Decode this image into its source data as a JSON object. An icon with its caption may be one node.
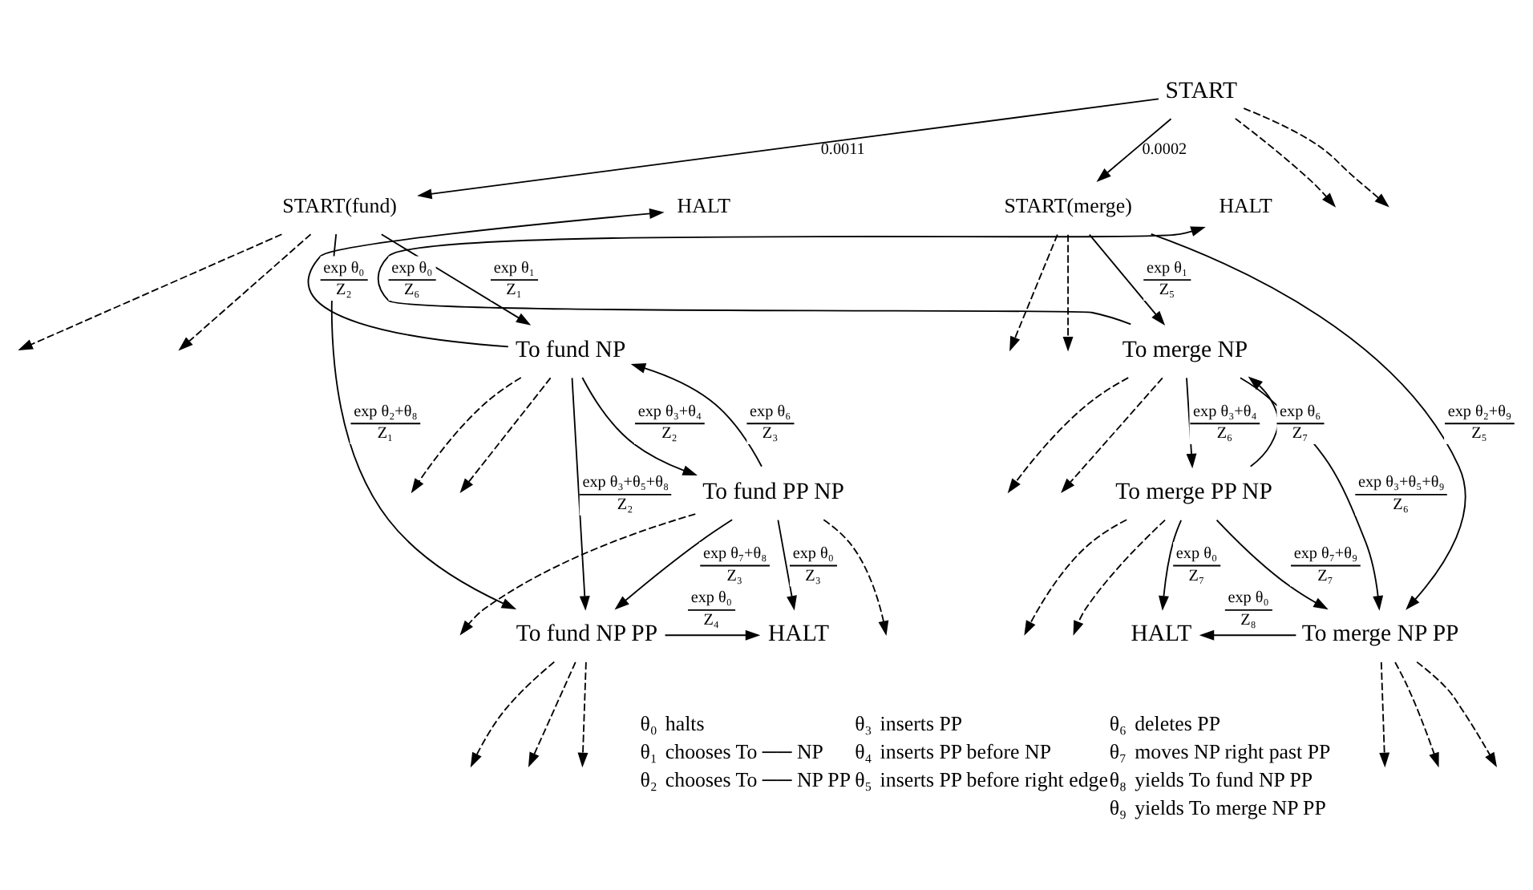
{
  "diagram": {
    "nodes": [
      {
        "text": [
          "START"
        ]
      },
      {
        "text": [
          "START(fund)"
        ]
      },
      {
        "text": [
          "HALT"
        ]
      },
      {
        "text": [
          "To fund NP"
        ]
      },
      {
        "text": [
          "To fund PP NP"
        ]
      },
      {
        "text": [
          "HALT"
        ]
      },
      {
        "text": [
          "To fund NP PP"
        ]
      },
      {
        "text": [
          "START(merge)"
        ]
      },
      {
        "text": [
          "HALT"
        ]
      },
      {
        "text": [
          "To merge NP"
        ]
      },
      {
        "text": [
          "To merge PP NP"
        ]
      },
      {
        "text": [
          "HALT"
        ]
      },
      {
        "text": [
          "To merge NP PP"
        ]
      }
    ],
    "edges": [
      {
        "from": 0,
        "to": null,
        "arrow": "to",
        "style": "dashed"
      },
      {
        "from": 0,
        "to": 1,
        "arrow": "to",
        "label": "0.0011"
      },
      {
        "from": 0,
        "to": null,
        "arrow": "to",
        "style": "dashed"
      },
      {
        "from": 0,
        "to": 7,
        "arrow": "to",
        "label": "0.0002"
      },
      {
        "from": 1,
        "to": 3,
        "arrow": "to",
        "label": "exp θ₁ Z₁"
      },
      {
        "from": 1,
        "to": null,
        "arrow": "to",
        "style": "dashed"
      },
      {
        "from": 1,
        "to": null,
        "arrow": "to",
        "style": "dashed"
      },
      {
        "from": 1,
        "to": 6,
        "arrow": "to",
        "label": "exp θ₂+θ₈ Z₁"
      },
      {
        "from": 3,
        "to": 2,
        "arrow": "to",
        "label": "exp θ₀ Z₂"
      },
      {
        "from": 3,
        "to": null,
        "arrow": "to",
        "style": "dashed"
      },
      {
        "from": 3,
        "to": null,
        "arrow": "to",
        "style": "dashed"
      },
      {
        "from": 3,
        "to": 4,
        "arrow": "to",
        "label": "exp θ₃+θ₄ Z₂"
      },
      {
        "from": 3,
        "to": 6,
        "arrow": "to",
        "label": "exp θ₃+θ₅+θ₈ Z₂"
      },
      {
        "from": 4,
        "to": 3,
        "arrow": "to",
        "label": "exp θ₆ Z₃"
      },
      {
        "from": 4,
        "to": null,
        "arrow": "to",
        "style": "dashed"
      },
      {
        "from": 4,
        "to": null,
        "arrow": "to",
        "style": "dashed"
      },
      {
        "from": 4,
        "to": 5,
        "arrow": "to",
        "label": "exp θ₀ Z₃"
      },
      {
        "from": 4,
        "to": 6,
        "arrow": "to",
        "label": "exp θ₇+θ₈ Z₃"
      },
      {
        "from": 6,
        "to": 5,
        "arrow": "to",
        "label": "exp θ₀ Z₄"
      },
      {
        "from": 6,
        "to": null,
        "arrow": "to",
        "style": "dashed"
      },
      {
        "from": 6,
        "to": null,
        "arrow": "to",
        "style": "dashed"
      },
      {
        "from": 6,
        "to": null,
        "arrow": "to",
        "style": "dashed"
      },
      {
        "from": 7,
        "to": 9,
        "arrow": "to",
        "label": "exp θ₁ Z₅"
      },
      {
        "from": 7,
        "to": null,
        "arrow": "to",
        "style": "dashed"
      },
      {
        "from": 7,
        "to": null,
        "arrow": "to",
        "style": "dashed"
      },
      {
        "from": 7,
        "to": 12,
        "arrow": "to",
        "label": "exp θ₂+θ₉ Z₅"
      },
      {
        "from": 9,
        "to": 8,
        "arrow": "to",
        "label": "exp θ₀ Z₆"
      },
      {
        "from": 9,
        "to": null,
        "arrow": "to",
        "style": "dashed"
      },
      {
        "from": 9,
        "to": null,
        "arrow": "to",
        "style": "dashed"
      },
      {
        "from": 9,
        "to": 10,
        "arrow": "to",
        "label": "exp θ₃+θ₄ Z₆"
      },
      {
        "from": 9,
        "to": 12,
        "arrow": "to",
        "label": "exp θ₃+θ₅+θ₉ Z₆"
      },
      {
        "from": 10,
        "to": 9,
        "arrow": "to",
        "label": "exp θ₆ Z₇"
      },
      {
        "from": 10,
        "to": null,
        "arrow": "to",
        "style": "dashed"
      },
      {
        "from": 10,
        "to": null,
        "arrow": "to",
        "style": "dashed"
      },
      {
        "from": 10,
        "to": 11,
        "arrow": "to",
        "label": "exp θ₀ Z₇"
      },
      {
        "from": 10,
        "to": 12,
        "arrow": "to",
        "label": "exp θ₇+θ₉ Z₇"
      },
      {
        "from": 12,
        "to": 11,
        "arrow": "to",
        "label": "exp θ₀ Z₈"
      },
      {
        "from": 12,
        "to": null,
        "arrow": "to",
        "style": "dashed"
      },
      {
        "from": 12,
        "to": null,
        "arrow": "to",
        "style": "dashed"
      },
      {
        "from": 12,
        "to": null,
        "arrow": "to",
        "style": "dashed"
      }
    ],
    "labels": [
      "θ₀",
      "halts",
      "θ₃",
      "inserts PP",
      "θ₆",
      "deletes PP",
      "θ₁",
      "chooses To ── NP",
      "θ₄",
      "inserts PP before NP",
      "θ₇",
      "moves NP right past PP",
      "θ₂",
      "chooses To ── NP PP",
      "θ₅",
      "inserts PP before right edge",
      "θ₈",
      "yields To fund NP PP",
      "θ₉",
      "yields To merge NP PP"
    ]
  }
}
